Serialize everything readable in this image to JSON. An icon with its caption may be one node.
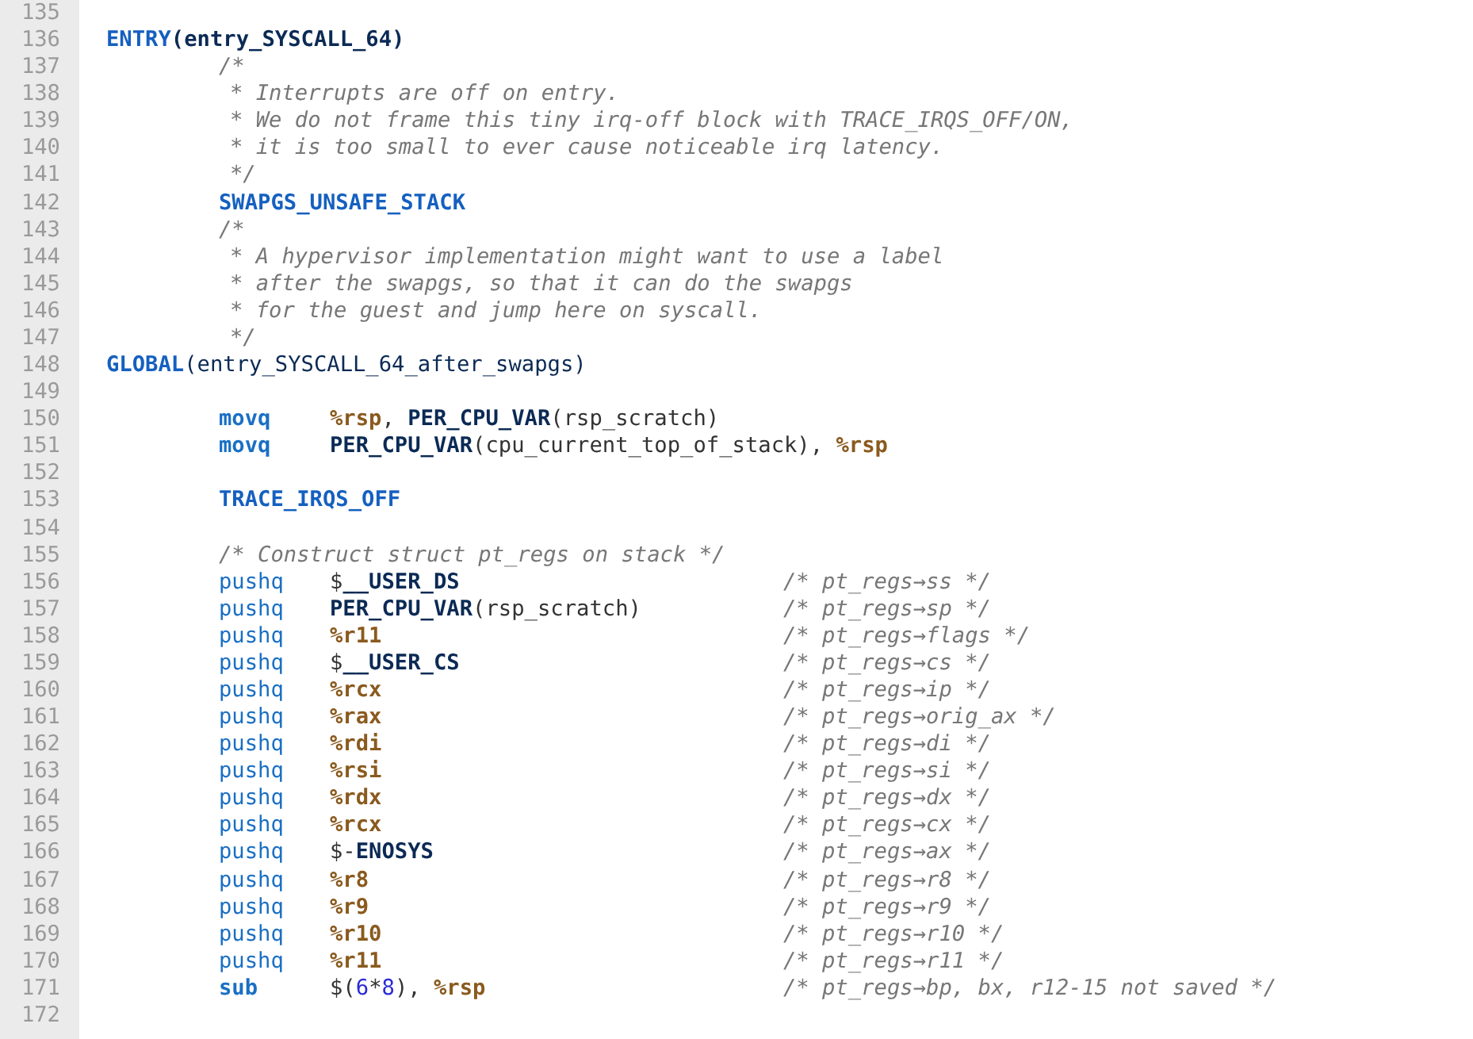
{
  "diagram": {
    "labels": [
      "135",
      "136",
      "ENTRY(entry_SYSCALL_64)",
      "137",
      "/*",
      "138",
      "* Interrupts are off on entry.",
      "139",
      "* We do not frame this tiny irq-off block with TRACE_IRQS_OFF/ON,",
      "140",
      "* it is too small to ever cause noticeable irq latency.",
      "141",
      "*/",
      "142",
      "SWAPGS_UNSAFE_STACK",
      "143",
      "/*",
      "144",
      "* A hypervisor implementation might want to use a label",
      "145",
      "* after the swapgs, so that it can do the swapgs",
      "146",
      "* for the guest and jump here on syscall.",
      "147",
      "*/",
      "148",
      "GLOBAL(entry_SYSCALL_64_after_swapgs)",
      "149",
      "150",
      "movq",
      "%rsp, PER_CPU_VAR(rsp_scratch)",
      "151",
      "movq",
      "PER_CPU_VAR(cpu_current_top_of_stack), %rsp",
      "152",
      "153",
      "TRACE_IRQS_OFF",
      "154",
      "155",
      "/* Construct struct pt_regs on stack */",
      "156",
      "pushq",
      "$__USER_DS",
      "/* pt_regs→ss */",
      "157",
      "pushq",
      "PER_CPU_VAR(rsp_scratch)",
      "/* pt_regs→sp */",
      "158",
      "pushq",
      "%r11",
      "/* pt_regs→flags */",
      "159",
      "pushq",
      "$__USER_CS",
      "/* pt_regs→cs */",
      "160",
      "pushq",
      "%rcx",
      "/* pt_regs→ip */",
      "161",
      "pushq",
      "%rax",
      "/* pt_regs→orig_ax */",
      "162",
      "pushq",
      "%rdi",
      "/* pt_regs→di */",
      "163",
      "pushq",
      "%rsi",
      "/* pt_regs→si */",
      "164",
      "pushq",
      "%rdx",
      "/* pt_regs→dx */",
      "165",
      "pushq",
      "%rcx",
      "/* pt_regs→cx */",
      "166",
      "pushq",
      "$-ENOSYS",
      "/* pt_regs→ax */",
      "167",
      "pushq",
      "%r8",
      "/* pt_regs→r8 */",
      "168",
      "pushq",
      "%r9",
      "/* pt_regs→r9 */",
      "169",
      "pushq",
      "%r10",
      "/* pt_regs→r10 */",
      "170",
      "pushq",
      "%r11",
      "/* pt_regs→r11 */",
      "171",
      "sub",
      "$(6*8), %rsp",
      "/* pt_regs→bp, bx, r12-15 not saved */",
      "172"
    ]
  }
}
